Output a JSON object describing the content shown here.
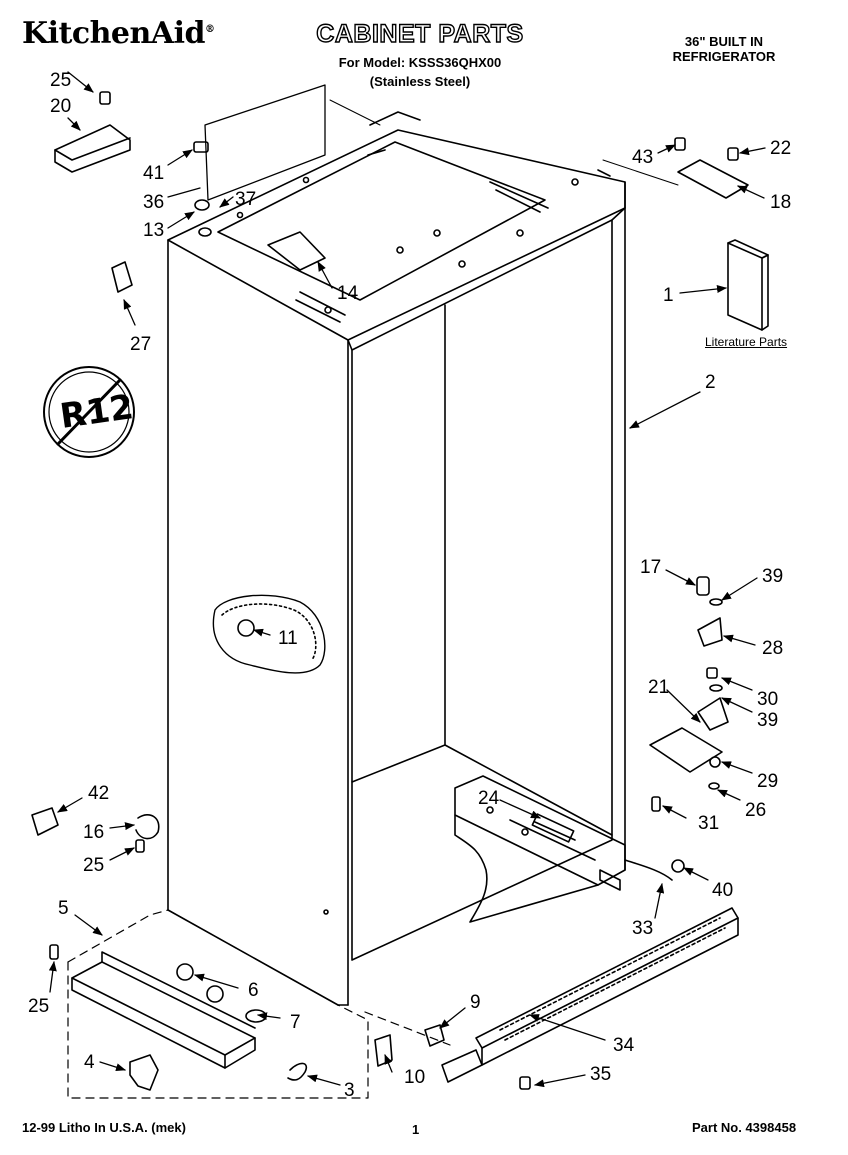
{
  "header": {
    "brand": "KitchenAid",
    "brand_mark": "®",
    "title": "CABINET PARTS",
    "model_line": "For Model: KSSS36QHX00",
    "finish_line": "(Stainless Steel)",
    "product_line1": "36\" BUILT IN",
    "product_line2": "REFRIGERATOR"
  },
  "labels": {
    "literature": "Literature Parts",
    "r12_mark": "R12"
  },
  "parts": [
    {
      "id": "p25a",
      "n": "25"
    },
    {
      "id": "p20",
      "n": "20"
    },
    {
      "id": "p41",
      "n": "41"
    },
    {
      "id": "p36",
      "n": "36"
    },
    {
      "id": "p37",
      "n": "37"
    },
    {
      "id": "p13",
      "n": "13"
    },
    {
      "id": "p14",
      "n": "14"
    },
    {
      "id": "p27",
      "n": "27"
    },
    {
      "id": "p43",
      "n": "43"
    },
    {
      "id": "p22",
      "n": "22"
    },
    {
      "id": "p18",
      "n": "18"
    },
    {
      "id": "p1",
      "n": "1"
    },
    {
      "id": "p2",
      "n": "2"
    },
    {
      "id": "p11",
      "n": "11"
    },
    {
      "id": "p17",
      "n": "17"
    },
    {
      "id": "p39a",
      "n": "39"
    },
    {
      "id": "p28",
      "n": "28"
    },
    {
      "id": "p21",
      "n": "21"
    },
    {
      "id": "p30",
      "n": "30"
    },
    {
      "id": "p39b",
      "n": "39"
    },
    {
      "id": "p29",
      "n": "29"
    },
    {
      "id": "p26",
      "n": "26"
    },
    {
      "id": "p31",
      "n": "31"
    },
    {
      "id": "p42",
      "n": "42"
    },
    {
      "id": "p16",
      "n": "16"
    },
    {
      "id": "p25b",
      "n": "25"
    },
    {
      "id": "p24",
      "n": "24"
    },
    {
      "id": "p40",
      "n": "40"
    },
    {
      "id": "p33",
      "n": "33"
    },
    {
      "id": "p5",
      "n": "5"
    },
    {
      "id": "p25c",
      "n": "25"
    },
    {
      "id": "p6",
      "n": "6"
    },
    {
      "id": "p7",
      "n": "7"
    },
    {
      "id": "p9",
      "n": "9"
    },
    {
      "id": "p34",
      "n": "34"
    },
    {
      "id": "p4",
      "n": "4"
    },
    {
      "id": "p10",
      "n": "10"
    },
    {
      "id": "p3",
      "n": "3"
    },
    {
      "id": "p35",
      "n": "35"
    }
  ],
  "footer": {
    "litho": "12-99 Litho In U.S.A. (mek)",
    "page": "1",
    "part_no": "Part No. 4398458"
  }
}
